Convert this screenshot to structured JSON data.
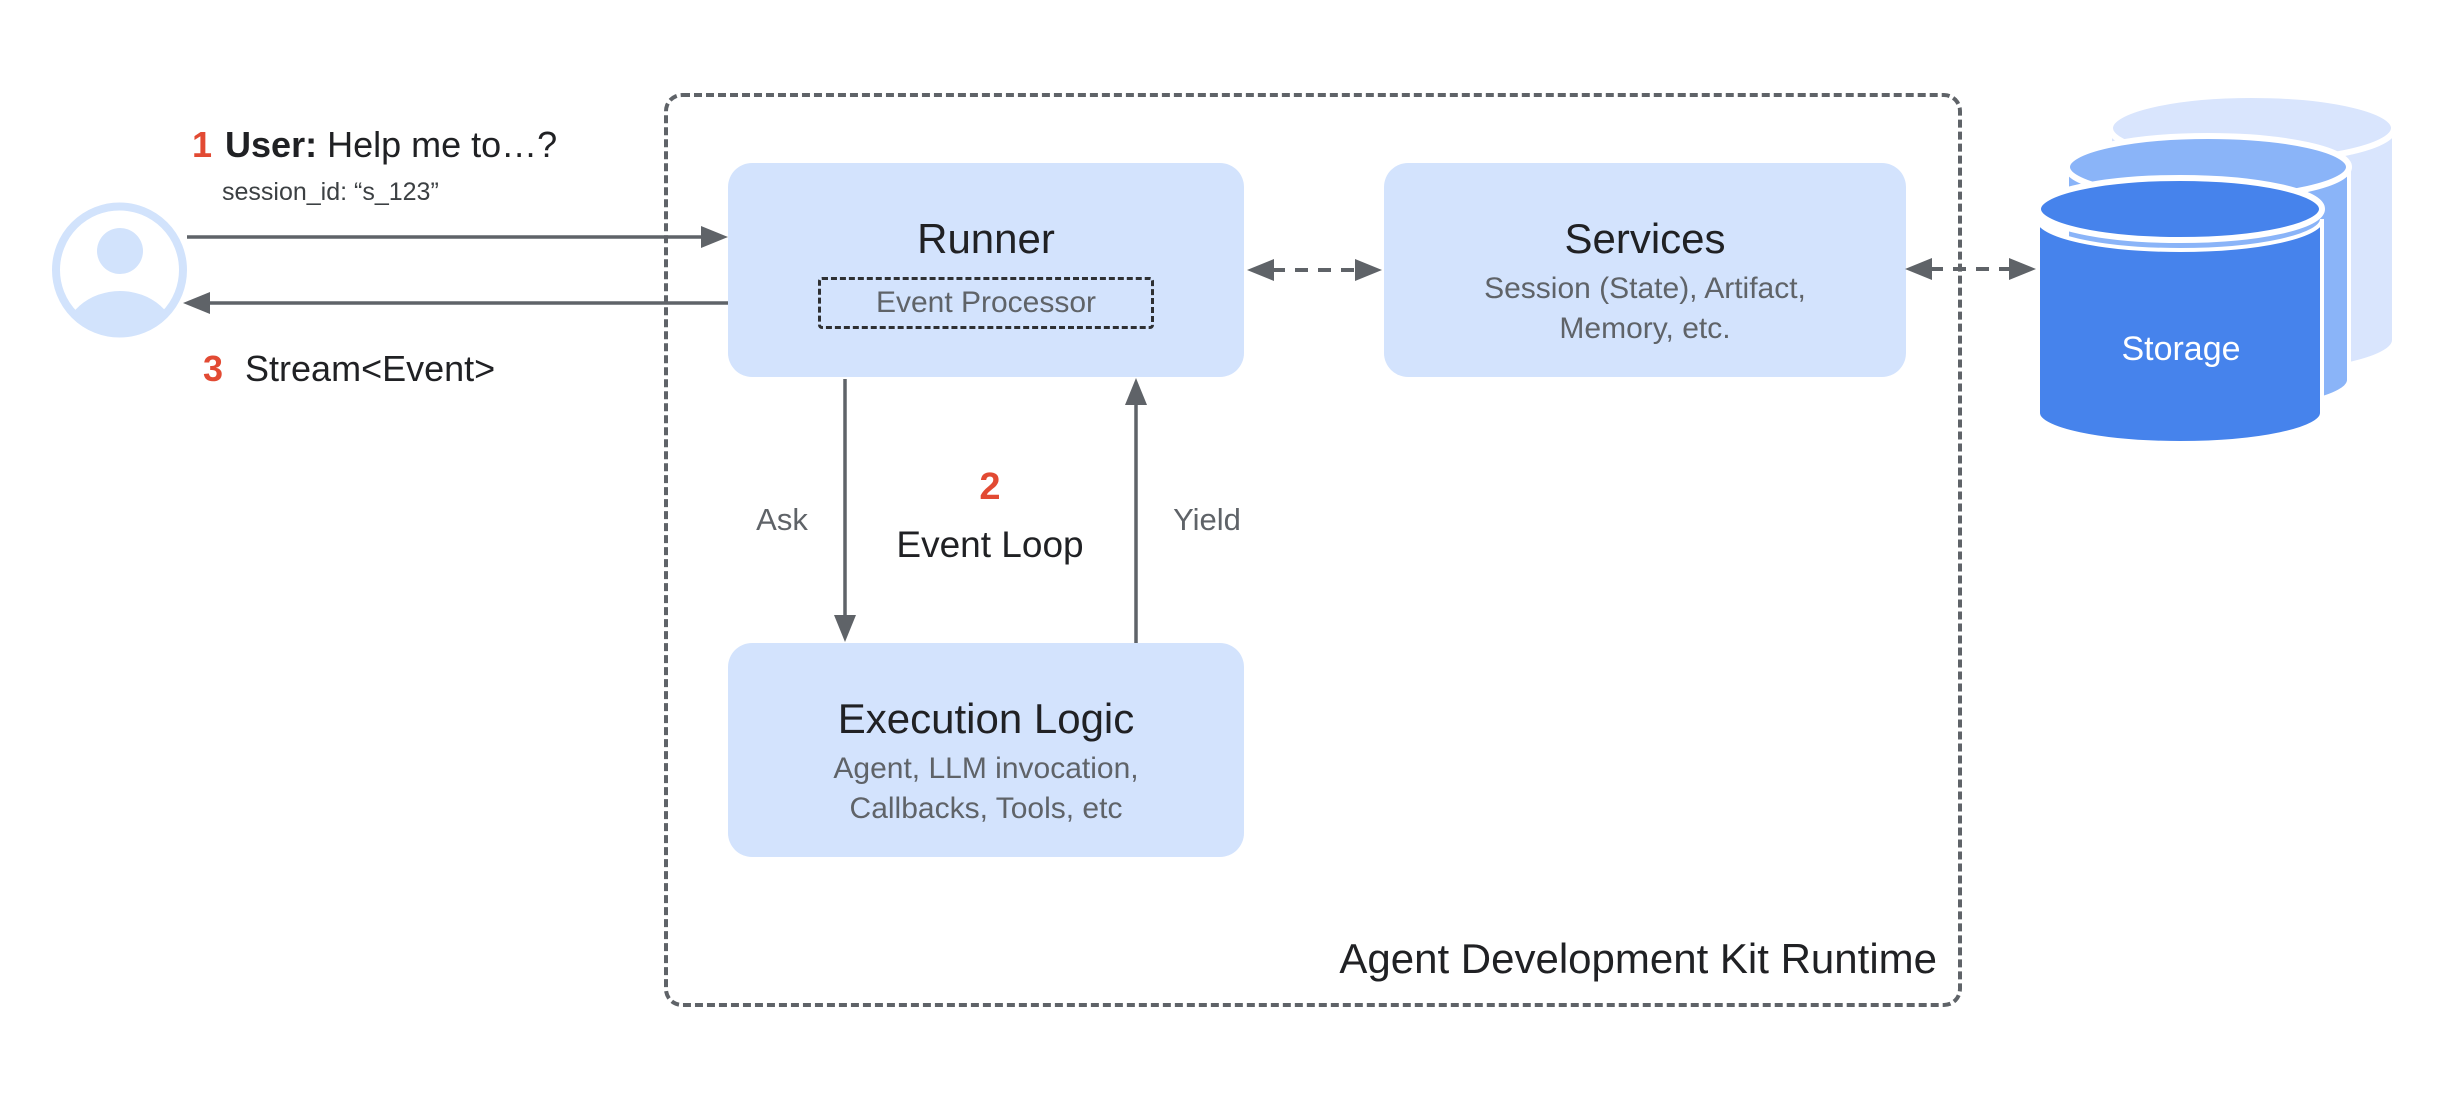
{
  "runtime": {
    "label": "Agent Development Kit Runtime"
  },
  "user_flow": {
    "step1": {
      "number": "1",
      "speaker": "User:",
      "message": "Help me to…?",
      "session": "session_id: “s_123”"
    },
    "step3": {
      "number": "3",
      "label": "Stream<Event>"
    }
  },
  "event_loop": {
    "number": "2",
    "label": "Event Loop",
    "ask": "Ask",
    "yield": "Yield"
  },
  "nodes": {
    "runner": {
      "title": "Runner",
      "processor": "Event Processor"
    },
    "services": {
      "title": "Services",
      "subtitle1": "Session (State), Artifact,",
      "subtitle2": "Memory, etc."
    },
    "execution": {
      "title": "Execution Logic",
      "subtitle1": "Agent, LLM invocation,",
      "subtitle2": "Callbacks, Tools, etc"
    },
    "storage": {
      "title": "Storage"
    }
  },
  "icons": {
    "user": "user-avatar-icon",
    "storage": "storage-cylinders-icon"
  },
  "colors": {
    "box_blue": "#d3e3fd",
    "avatar_blue": "#d2e3fc",
    "accent_red": "#e24a33",
    "text_dark": "#202124",
    "text_gray": "#5f6368",
    "arrow_gray": "#5f6368",
    "border_gray": "#5f6368",
    "processor_border": "#2e3033",
    "storage_front": "#4683ec",
    "storage_mid": "#8ab4f8",
    "storage_back": "#d9e5fd",
    "storage_text": "#ffffff"
  }
}
